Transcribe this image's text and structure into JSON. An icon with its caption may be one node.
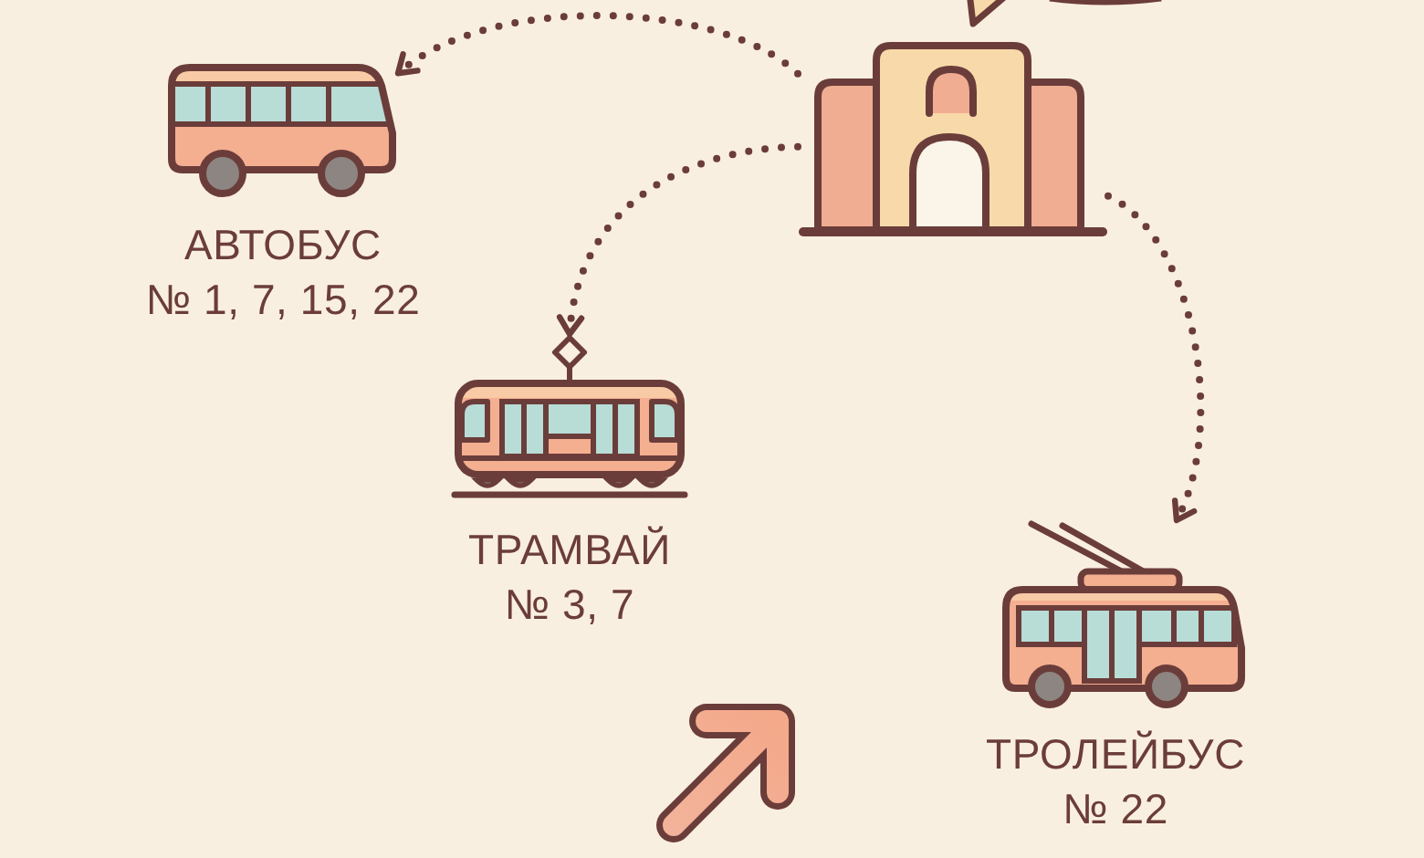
{
  "diagram": {
    "nodes": [
      {
        "text": [],
        "shape": "picture",
        "beside": [
          "АВТОБУС",
          "№ 1, 7, 15, 22"
        ]
      },
      {
        "text": [],
        "shape": "picture"
      },
      {
        "text": [],
        "shape": "picture",
        "beside": [
          "ТРАМВАЙ",
          "№ 3, 7"
        ]
      },
      {
        "text": [],
        "shape": "picture",
        "beside": [
          "ТРОЛЕЙБУС",
          "№ 22"
        ]
      }
    ],
    "edges": [
      {
        "from": 1,
        "to": 0,
        "arrow": "to",
        "style": "dashed"
      },
      {
        "from": 1,
        "to": 2,
        "arrow": "to",
        "style": "dashed"
      },
      {
        "from": 1,
        "to": 3,
        "arrow": "to",
        "style": "dashed"
      }
    ]
  }
}
